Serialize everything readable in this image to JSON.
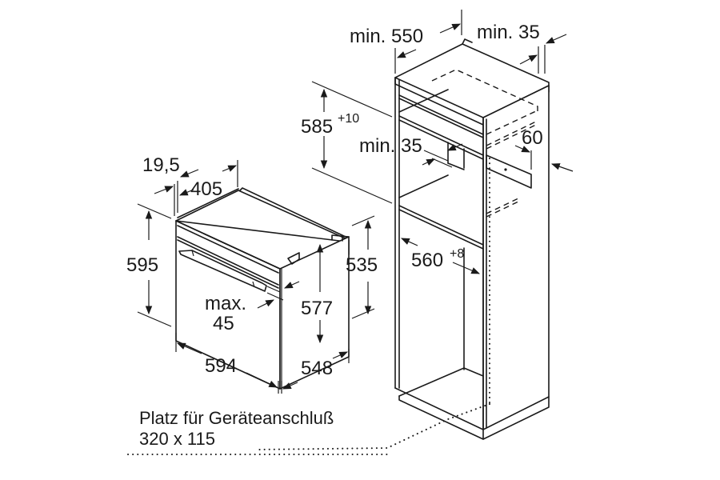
{
  "diagram": {
    "subject": "Built-in oven installation dimensions in tall cabinet",
    "units": "mm",
    "colors": {
      "line": "#1a1a1a",
      "background": "#ffffff"
    },
    "oven": {
      "labels": {
        "front_panel_depth": "19,5",
        "body_depth": "405",
        "height_total": "595",
        "body_height": "535",
        "inner_height": "577",
        "handle_clearance_line1": "max.",
        "handle_clearance_line2": "45",
        "width": "594",
        "depth": "548"
      }
    },
    "cabinet": {
      "labels": {
        "min_depth": "min. 550",
        "min_side": "min. 35",
        "niche_height_base": "585",
        "niche_height_tol": "+10",
        "min_gap": "min. 35",
        "vent_depth": "60",
        "niche_width_base": "560",
        "niche_width_tol": "+8"
      }
    },
    "connection_note": {
      "line1": "Platz für Geräteanschluß",
      "line2": "320 x 115"
    }
  }
}
